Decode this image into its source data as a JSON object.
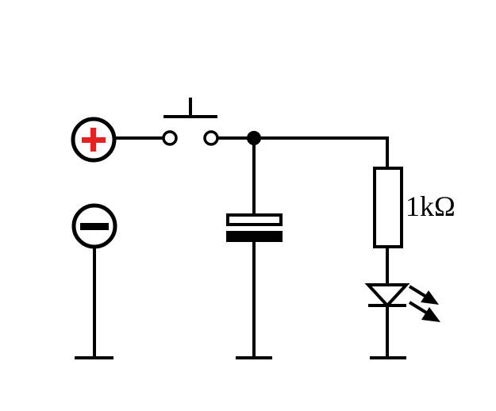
{
  "diagram": {
    "type": "circuit-schematic",
    "components": [
      {
        "kind": "positive-terminal",
        "symbol": "+"
      },
      {
        "kind": "negative-terminal",
        "symbol": "-"
      },
      {
        "kind": "push-button-switch"
      },
      {
        "kind": "junction-dot"
      },
      {
        "kind": "electrolytic-capacitor"
      },
      {
        "kind": "resistor",
        "label": "1kΩ"
      },
      {
        "kind": "led"
      },
      {
        "kind": "ground",
        "count": 3
      }
    ],
    "colors": {
      "wire": "#000000",
      "positive_sign": "#e52222",
      "negative_sign": "#000000",
      "background": "#ffffff"
    }
  }
}
